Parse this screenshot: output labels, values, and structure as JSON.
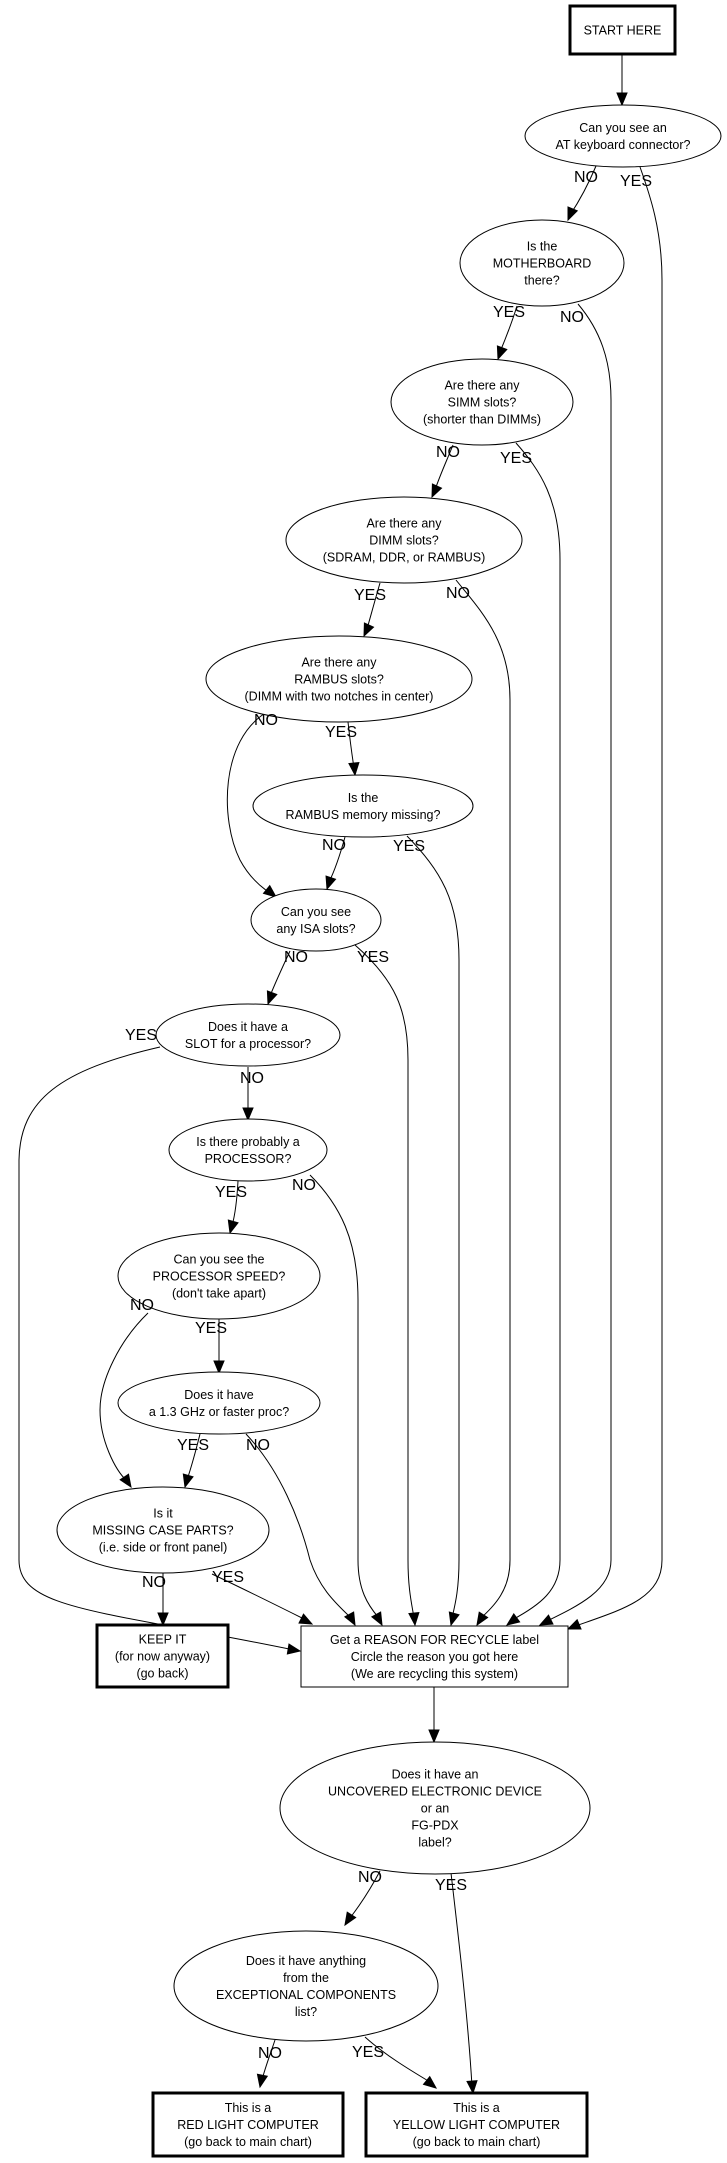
{
  "flowchart": {
    "nodes": {
      "start": {
        "lines": [
          "START HERE"
        ],
        "shape": "terminal"
      },
      "at_keyboard": {
        "lines": [
          "Can you see an",
          "AT keyboard connector?"
        ],
        "shape": "decision"
      },
      "motherboard": {
        "lines": [
          "Is the",
          "MOTHERBOARD",
          "there?"
        ],
        "shape": "decision"
      },
      "simm": {
        "lines": [
          "Are there any",
          "SIMM slots?",
          "(shorter than DIMMs)"
        ],
        "shape": "decision"
      },
      "dimm": {
        "lines": [
          "Are there any",
          "DIMM slots?",
          "(SDRAM, DDR, or RAMBUS)"
        ],
        "shape": "decision"
      },
      "rambus_slots": {
        "lines": [
          "Are there any",
          "RAMBUS slots?",
          "(DIMM with two notches in center)"
        ],
        "shape": "decision"
      },
      "rambus_missing": {
        "lines": [
          "Is the",
          "RAMBUS memory missing?"
        ],
        "shape": "decision"
      },
      "isa": {
        "lines": [
          "Can you see",
          "any ISA slots?"
        ],
        "shape": "decision"
      },
      "proc_slot": {
        "lines": [
          "Does it have a",
          "SLOT for a processor?"
        ],
        "shape": "decision"
      },
      "processor": {
        "lines": [
          "Is there probably a",
          "PROCESSOR?"
        ],
        "shape": "decision"
      },
      "proc_speed": {
        "lines": [
          "Can you see the",
          "PROCESSOR SPEED?",
          "(don't take apart)"
        ],
        "shape": "decision"
      },
      "ghz": {
        "lines": [
          "Does it have",
          "a 1.3 GHz or faster proc?"
        ],
        "shape": "decision"
      },
      "case_parts": {
        "lines": [
          "Is it",
          "MISSING CASE PARTS?",
          "(i.e. side or front panel)"
        ],
        "shape": "decision"
      },
      "keep_it": {
        "lines": [
          "KEEP IT",
          "(for now anyway)",
          "(go back)"
        ],
        "shape": "terminal"
      },
      "recycle": {
        "lines": [
          "Get a REASON FOR RECYCLE label",
          "Circle the reason you got here",
          "(We are recycling this system)"
        ],
        "shape": "process"
      },
      "uncovered": {
        "lines": [
          "Does it have an",
          "UNCOVERED ELECTRONIC DEVICE",
          "or an",
          "FG-PDX",
          "label?"
        ],
        "shape": "decision"
      },
      "exceptional": {
        "lines": [
          "Does it have anything",
          "from the",
          "EXCEPTIONAL COMPONENTS",
          "list?"
        ],
        "shape": "decision"
      },
      "red_light": {
        "lines": [
          "This is a",
          "RED LIGHT COMPUTER",
          "(go back to main chart)"
        ],
        "shape": "terminal"
      },
      "yellow_light": {
        "lines": [
          "This is a",
          "YELLOW LIGHT COMPUTER",
          "(go back to main chart)"
        ],
        "shape": "terminal"
      }
    },
    "edges": [
      {
        "from": "start",
        "to": "at_keyboard",
        "label": ""
      },
      {
        "from": "at_keyboard",
        "to": "motherboard",
        "label": "NO"
      },
      {
        "from": "at_keyboard",
        "to": "recycle",
        "label": "YES"
      },
      {
        "from": "motherboard",
        "to": "simm",
        "label": "YES"
      },
      {
        "from": "motherboard",
        "to": "recycle",
        "label": "NO"
      },
      {
        "from": "simm",
        "to": "dimm",
        "label": "NO"
      },
      {
        "from": "simm",
        "to": "recycle",
        "label": "YES"
      },
      {
        "from": "dimm",
        "to": "rambus_slots",
        "label": "YES"
      },
      {
        "from": "dimm",
        "to": "recycle",
        "label": "NO"
      },
      {
        "from": "rambus_slots",
        "to": "isa",
        "label": "NO"
      },
      {
        "from": "rambus_slots",
        "to": "rambus_missing",
        "label": "YES"
      },
      {
        "from": "rambus_missing",
        "to": "isa",
        "label": "NO"
      },
      {
        "from": "rambus_missing",
        "to": "recycle",
        "label": "YES"
      },
      {
        "from": "isa",
        "to": "proc_slot",
        "label": "NO"
      },
      {
        "from": "isa",
        "to": "recycle",
        "label": "YES"
      },
      {
        "from": "proc_slot",
        "to": "recycle",
        "label": "YES"
      },
      {
        "from": "proc_slot",
        "to": "processor",
        "label": "NO"
      },
      {
        "from": "processor",
        "to": "proc_speed",
        "label": "YES"
      },
      {
        "from": "processor",
        "to": "recycle",
        "label": "NO"
      },
      {
        "from": "proc_speed",
        "to": "case_parts",
        "label": "NO"
      },
      {
        "from": "proc_speed",
        "to": "ghz",
        "label": "YES"
      },
      {
        "from": "ghz",
        "to": "case_parts",
        "label": "YES"
      },
      {
        "from": "ghz",
        "to": "recycle",
        "label": "NO"
      },
      {
        "from": "case_parts",
        "to": "keep_it",
        "label": "NO"
      },
      {
        "from": "case_parts",
        "to": "recycle",
        "label": "YES"
      },
      {
        "from": "recycle",
        "to": "uncovered",
        "label": ""
      },
      {
        "from": "uncovered",
        "to": "exceptional",
        "label": "NO"
      },
      {
        "from": "uncovered",
        "to": "yellow_light",
        "label": "YES"
      },
      {
        "from": "exceptional",
        "to": "red_light",
        "label": "NO"
      },
      {
        "from": "exceptional",
        "to": "yellow_light",
        "label": "YES"
      }
    ]
  }
}
